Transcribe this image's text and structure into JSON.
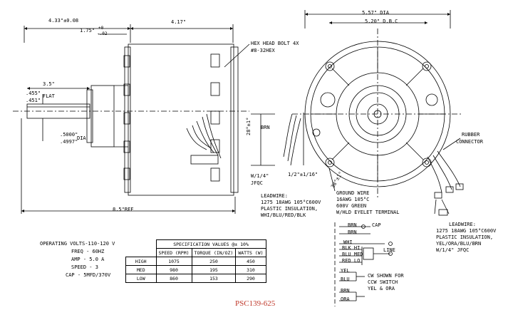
{
  "dims": {
    "overall_width": "4.33\"±0.08",
    "body_length": "4.17\"",
    "boss_offset": "1.75\"",
    "boss_tol_plus": "+0",
    "boss_tol_minus": "-.02",
    "shaft_len": "3.5\"",
    "flat_a": ".455\"",
    "flat_b": ".451\"",
    "flat_label": "FLAT",
    "shaft_dia_a": ".5000\"",
    "shaft_dia_b": ".4997\"",
    "shaft_dia_label": "DIA",
    "overall_ref": "8.5\"REF",
    "dia": "5.57\" DIA",
    "bolt_circle": "5.20\" D.B.C",
    "height_side": "28°±1°",
    "angle_bottom": "38°±1°",
    "jfqc_width": "1/2\"±1/16\""
  },
  "labels": {
    "hex_bolt_1": "HEX HEAD BOLT 4X",
    "hex_bolt_2": "#8-32HEX",
    "brn": "BRN",
    "wire_w": "W/1/4\"",
    "wire_jfqc": "JFQC",
    "rubber_1": "RUBBER",
    "rubber_2": "CONNECTOR",
    "ground_1": "GROUND WIRE",
    "ground_2": "16AWG 105°C",
    "ground_3": "600V GREEN",
    "ground_4": "W/HLD EYELET TERMINAL",
    "lead_left": [
      "LEADWIRE:",
      "1275 18AWG 105°C600V",
      "PLASTIC INSULATION,",
      "WHI/BLU/RED/BLK"
    ],
    "lead_right": [
      "LEADWIRE:",
      "1275 18AWG 105°C600V",
      "PLASTIC INSULATION,",
      "YEL/ORA/BLU/BRN",
      "W/1/4\" JFQC"
    ]
  },
  "operating": {
    "volts": "OPERATING VOLTS-110-120 V",
    "freq": "FREQ - 60HZ",
    "amp": "AMP - 5.0 A",
    "speed": "SPEED - 3",
    "cap": "CAP - 5MFD/370V"
  },
  "spec_table": {
    "title": "SPECIFICATION VALUES @± 10%",
    "headers": [
      "SPEED (RPM)",
      "TORQUE (IN/OZ)",
      "WATTS (W)"
    ],
    "rows": [
      {
        "name": "HIGH",
        "speed": "1075",
        "torque": "250",
        "watts": "450"
      },
      {
        "name": "MED",
        "speed": "980",
        "torque": "195",
        "watts": "310"
      },
      {
        "name": "LOW",
        "speed": "860",
        "torque": "153",
        "watts": "290"
      }
    ]
  },
  "wiring": {
    "brn_cap_1": "BRN",
    "cap": "CAP",
    "brn_cap_2": "BRN",
    "whi": "WHI",
    "blk_hi": "BLK HI",
    "blu_med": "BLU MED",
    "red_lo": "RED LO",
    "line": "LINE",
    "yel": "YEL",
    "blu": "BLU",
    "brn_sw": "BRN",
    "ora": "ORA",
    "ccw_1": "CW SHOWN FOR",
    "ccw_2": "CCW SWITCH",
    "ccw_3": "YEL & ORA"
  },
  "part_number": "PSC139-625"
}
